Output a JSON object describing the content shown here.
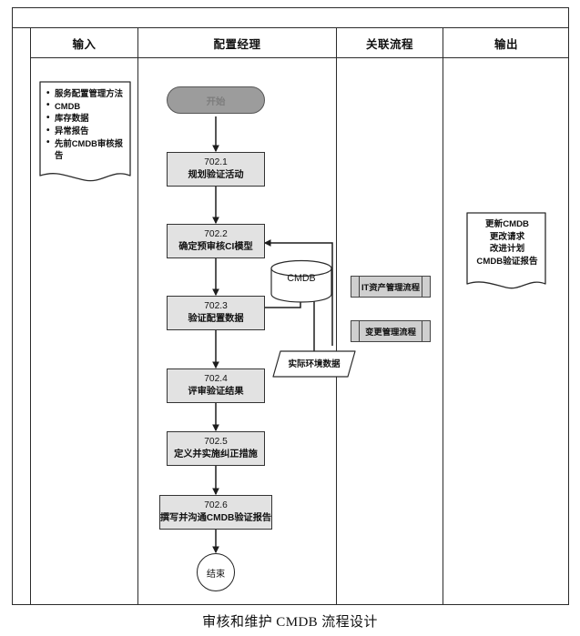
{
  "caption": "审核和维护 CMDB 流程设计",
  "lanes": [
    {
      "id": "input",
      "label": "输入"
    },
    {
      "id": "config",
      "label": "配置经理"
    },
    {
      "id": "related",
      "label": "关联流程"
    },
    {
      "id": "output",
      "label": "输出"
    }
  ],
  "input_document": {
    "items": [
      "服务配置管理方法",
      "CMDB",
      "库存数据",
      "异常报告",
      "先前CMDB审核报告"
    ]
  },
  "output_document": {
    "lines": [
      "更新CMDB",
      "更改请求",
      "改进计划",
      "CMDB验证报告"
    ]
  },
  "flow": {
    "start_label": "开始",
    "end_label": "结束",
    "steps": [
      {
        "id": "702.1",
        "label": "规划验证活动"
      },
      {
        "id": "702.2",
        "label": "确定预审核CI模型"
      },
      {
        "id": "702.3",
        "label": "验证配置数据"
      },
      {
        "id": "702.4",
        "label": "评审验证结果"
      },
      {
        "id": "702.5",
        "label": "定义并实施纠正措施"
      },
      {
        "id": "702.6",
        "label": "撰写并沟通CMDB验证报告"
      }
    ],
    "database_label": "CMDB",
    "data_store_label": "实际环境数据"
  },
  "related_processes": [
    {
      "label": "IT资产管理流程"
    },
    {
      "label": "变更管理流程"
    }
  ],
  "colors": {
    "process_fill": "#e2e2e2",
    "start_fill": "#9c9c9c",
    "predefined_fill": "#cfcfcf",
    "border": "#333333",
    "page_bg": "#ffffff"
  }
}
